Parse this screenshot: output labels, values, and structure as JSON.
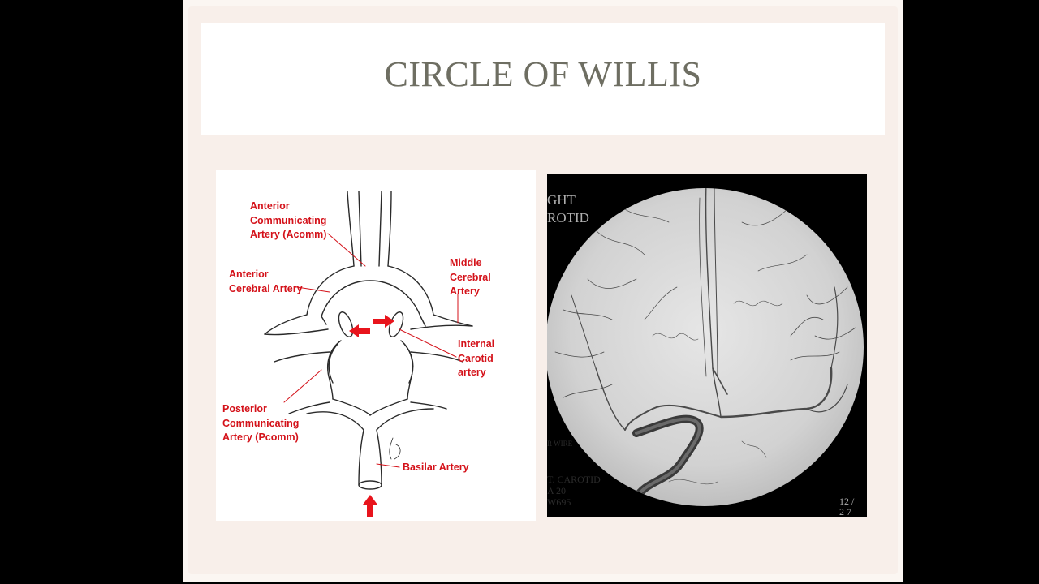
{
  "slide": {
    "title": "CIRCLE OF WILLIS"
  },
  "diagram": {
    "label_color": "#d4121a",
    "labels": {
      "acomm": "Anterior\nCommunicating\nArtery (Acomm)",
      "aca": "Anterior\nCerebral Artery",
      "mca": "Middle\nCerebral\nArtery",
      "ica": "Internal\nCarotid\nartery",
      "pcomm": "Posterior\nCommunicating\nArtery (Pcomm)",
      "basilar": "Basilar Artery"
    }
  },
  "angiogram": {
    "texts": {
      "top_left": "GHT\nROTID",
      "mid_left": "R WIRE",
      "bottom_left": "T. CAROTID\nA 20\nW695",
      "bottom_right": "12 /\n2 7"
    }
  }
}
